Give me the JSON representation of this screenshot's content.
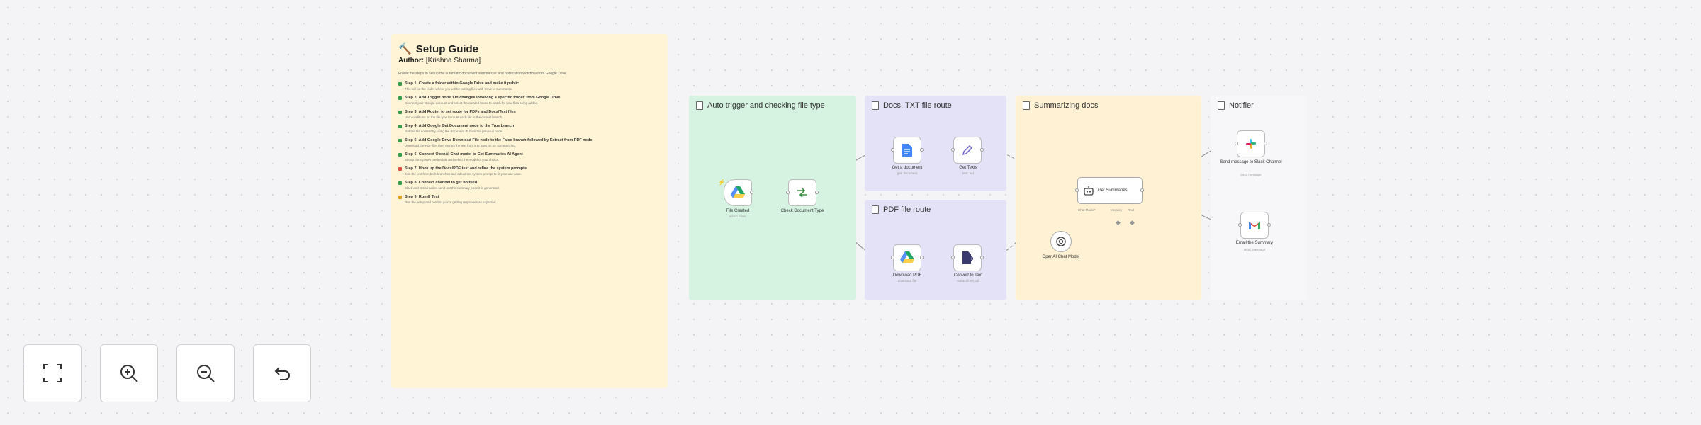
{
  "guide": {
    "emoji": "🔨",
    "title": "Setup Guide",
    "author_label": "Author:",
    "author_name": "[Krishna Sharma]",
    "intro": "Follow the steps to set up the automatic document summarizer and notification workflow from Google Drive.",
    "steps": [
      {
        "mark": "check",
        "title": "Step 1: Create a folder within Google Drive and make it public",
        "desc": "This will be the folder where you will be putting files with Drive to summarize."
      },
      {
        "mark": "check",
        "title": "Step 2: Add Trigger node 'On changes involving a specific folder' from Google Drive",
        "desc": "Connect your Google account and select the created folder to watch for new files being added."
      },
      {
        "mark": "check",
        "title": "Step 3: Add Router to set route for PDFs and Docs/Text files",
        "desc": "Use conditions on the file type to route each file to the correct branch."
      },
      {
        "mark": "check",
        "title": "Step 4: Add Google Get Document node to the True branch",
        "desc": "Get the file content by using the document ID from the previous node."
      },
      {
        "mark": "check",
        "title": "Step 5: Add Google Drive Download File node to the False branch followed by Extract from PDF node",
        "desc": "Download the PDF file, then extract the text from it to pass on for summarizing."
      },
      {
        "mark": "check",
        "title": "Step 6: Connect OpenAI Chat model to Get Summaries AI Agent",
        "desc": "Set up the OpenAI credentials and select the model of your choice."
      },
      {
        "mark": "red",
        "title": "Step 7: Hook up the Docs/PDF text and refine the system prompts",
        "desc": "Join the text from both branches and adjust the system prompt to fit your use case."
      },
      {
        "mark": "check",
        "title": "Step 8: Connect channel to get notified",
        "desc": "Slack and Gmail nodes send out the summary once it is generated."
      },
      {
        "mark": "pencil",
        "title": "Step 9: Run & Test",
        "desc": "Run the setup and confirm you're getting responses as expected."
      }
    ]
  },
  "groups": {
    "trigger": "Auto trigger and checking file type",
    "docs": "Docs, TXT file route",
    "pdf": "PDF file route",
    "summarize": "Summarizing docs",
    "notifier": "Notifier"
  },
  "nodes": {
    "file_created": {
      "label": "File Created",
      "sub": "watch folder"
    },
    "check_ext": {
      "label": "Check Document Type",
      "sub": ""
    },
    "get_doc": {
      "label": "Get a document",
      "sub": "get: document"
    },
    "get_texts": {
      "label": "Get Texts",
      "sub": "text: set"
    },
    "download_pdf": {
      "label": "Download PDF",
      "sub": "download file"
    },
    "convert_text": {
      "label": "Convert to Text",
      "sub": "extract from pdf"
    },
    "agent": {
      "label": "Get Summaries",
      "chat_model": "Chat Model*",
      "memory": "Memory",
      "tool": "Tool"
    },
    "openai": {
      "label": "OpenAI Chat Model",
      "sub": ""
    },
    "slack": {
      "label": "Send message to Slack Channel",
      "sub": "post: message"
    },
    "gmail": {
      "label": "Email the Summary",
      "sub": "send: message"
    }
  },
  "icons": {
    "fit": "fit-view-icon",
    "zoom_in": "zoom-in-icon",
    "zoom_out": "zoom-out-icon",
    "reset": "undo-icon"
  },
  "colors": {
    "trigger_group": "#d5f3e0",
    "route_group": "#e4e2f7",
    "summary_group": "#fff2d4",
    "guide_note": "#fff4d6"
  }
}
